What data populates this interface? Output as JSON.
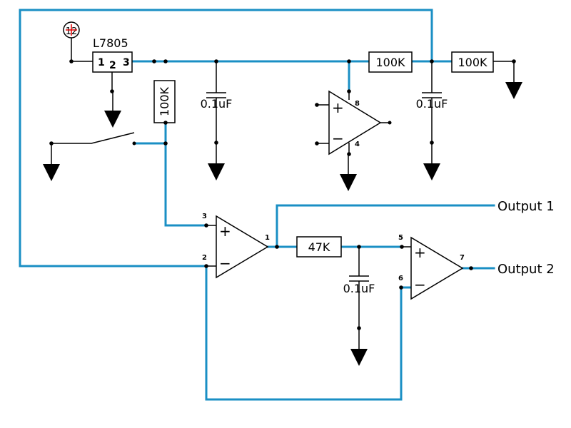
{
  "power": {
    "supply_label": "12"
  },
  "regulator": {
    "name": "L7805",
    "pins": [
      "1",
      "2",
      "3"
    ]
  },
  "resistors": {
    "r_vertical": "100K",
    "r_top_left": "100K",
    "r_top_right": "100K",
    "r_filter": "47K"
  },
  "capacitors": {
    "c_reg": "0.1uF",
    "c_ref": "0.1uF",
    "c_filter": "0.1uF"
  },
  "opamps": {
    "power_amp": {
      "plus": "+",
      "minus": "−",
      "pin_top": "8",
      "pin_bottom": "4"
    },
    "comparator": {
      "plus": "+",
      "minus": "−",
      "pin_plus": "3",
      "pin_minus": "2",
      "pin_out": "1"
    },
    "buffer": {
      "plus": "+",
      "minus": "−",
      "pin_plus": "5",
      "pin_minus": "6",
      "pin_out": "7"
    }
  },
  "outputs": {
    "output1": "Output 1",
    "output2": "Output 2"
  },
  "colors": {
    "wire": "#1a8fc4",
    "ink": "#000000",
    "supply_mark": "#e00000"
  }
}
